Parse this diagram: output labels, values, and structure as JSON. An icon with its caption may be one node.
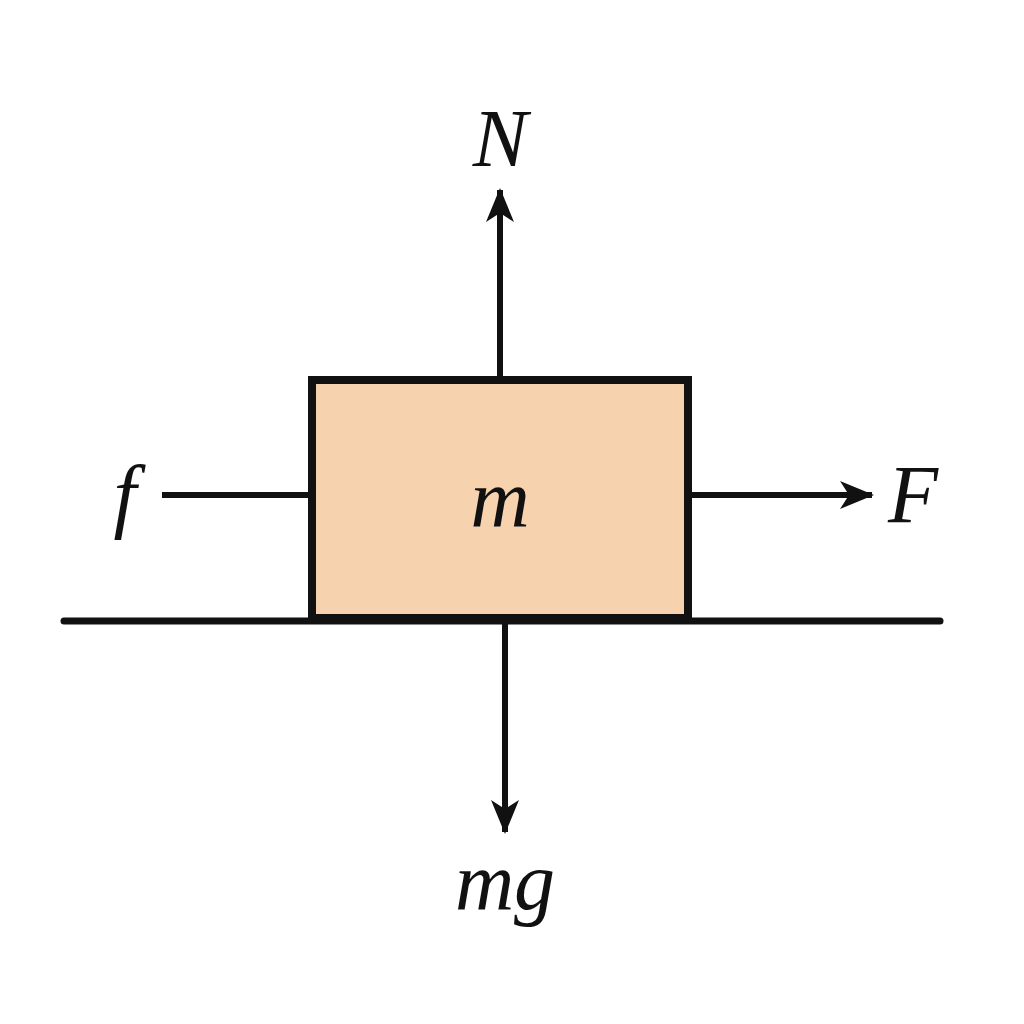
{
  "diagram": {
    "nodes": [
      {
        "text": [
          "m"
        ]
      },
      {
        "text": [
          "N"
        ]
      },
      {
        "text": [
          "f"
        ]
      },
      {
        "text": [
          "F"
        ]
      },
      {
        "text": [
          "mg"
        ]
      }
    ],
    "edges": [
      {
        "from": 0,
        "to": 1,
        "arrow": "to"
      },
      {
        "from": 2,
        "to": 0,
        "arrow": "none"
      },
      {
        "from": 0,
        "to": 3,
        "arrow": "to"
      },
      {
        "from": 0,
        "to": 4,
        "arrow": "to"
      }
    ]
  }
}
